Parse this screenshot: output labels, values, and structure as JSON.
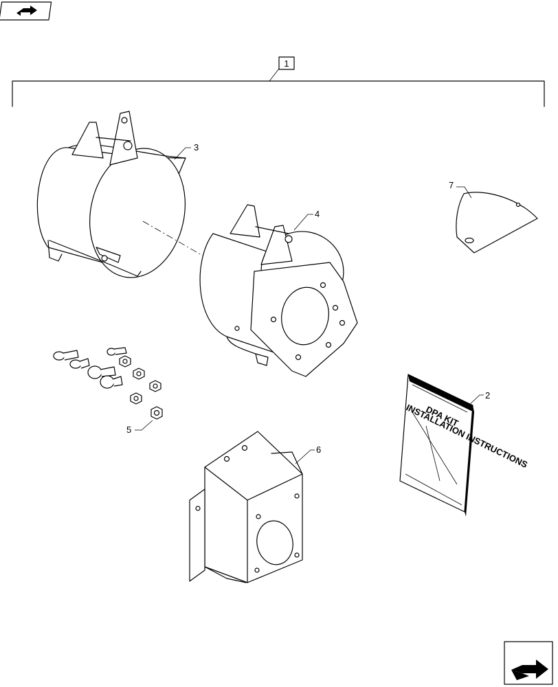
{
  "nav": {
    "prev_icon": "back-arrow-icon",
    "next_icon": "forward-arrow-icon"
  },
  "callouts": {
    "assembly": "1",
    "instructions": "2",
    "clamp_large": "3",
    "clamp_with_flange": "4",
    "hardware": "5",
    "bracket": "6",
    "shield": "7"
  },
  "manual": {
    "line1": "DPA KIT",
    "line2": "INSTALLATION INSTRUCTIONS"
  },
  "colors": {
    "line": "#000000",
    "background": "#ffffff"
  }
}
